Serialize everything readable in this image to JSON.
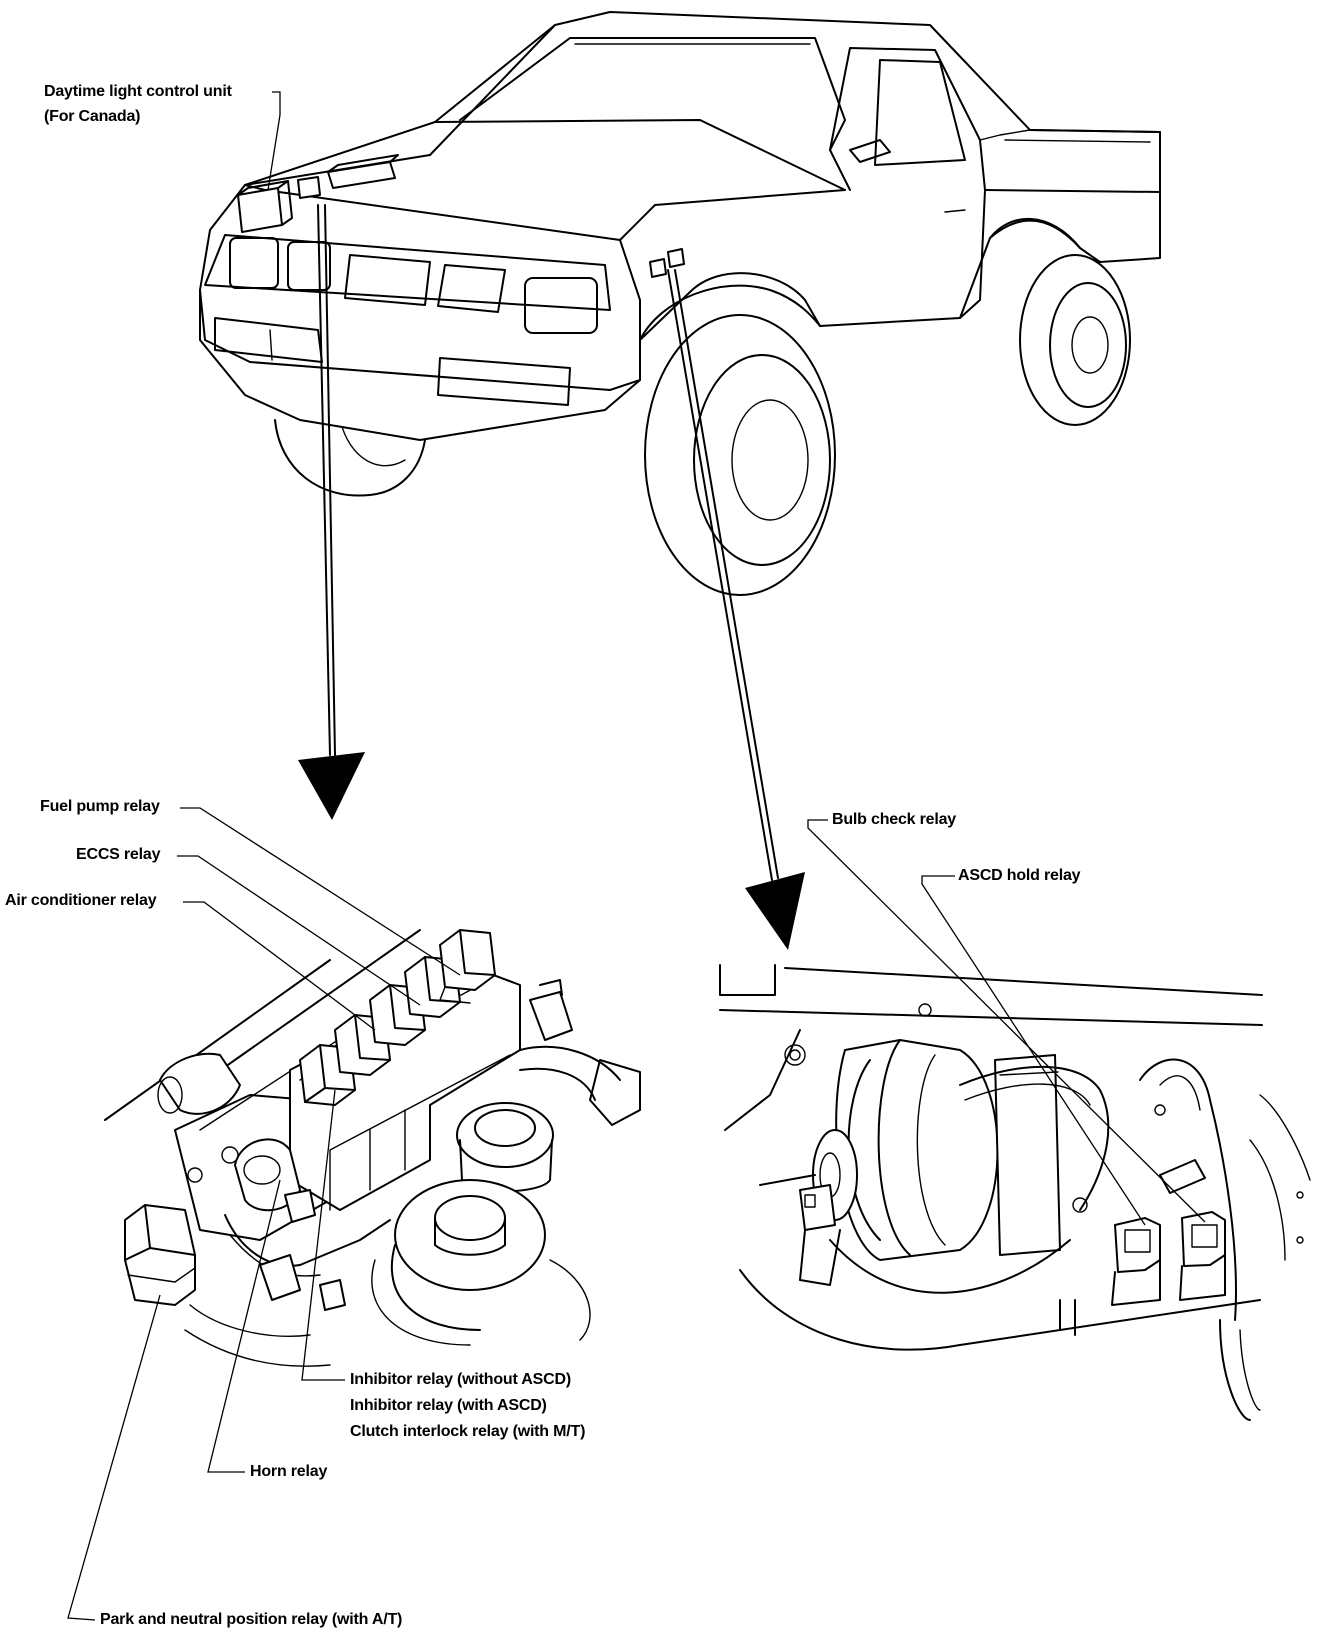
{
  "labels": {
    "daytime_light_unit": "Daytime light control unit",
    "daytime_light_unit_note": "(For Canada)",
    "fuel_pump_relay": "Fuel pump relay",
    "eccs_relay": "ECCS relay",
    "air_conditioner_relay": "Air conditioner relay",
    "bulb_check_relay": "Bulb check relay",
    "ascd_hold_relay": "ASCD hold relay",
    "inhibitor_relay_without_ascd": "Inhibitor relay (without ASCD)",
    "inhibitor_relay_with_ascd": "Inhibitor relay (with ASCD)",
    "clutch_interlock_relay": "Clutch interlock relay (with M/T)",
    "horn_relay": "Horn relay",
    "park_neutral_relay": "Park and neutral position relay (with A/T)"
  }
}
